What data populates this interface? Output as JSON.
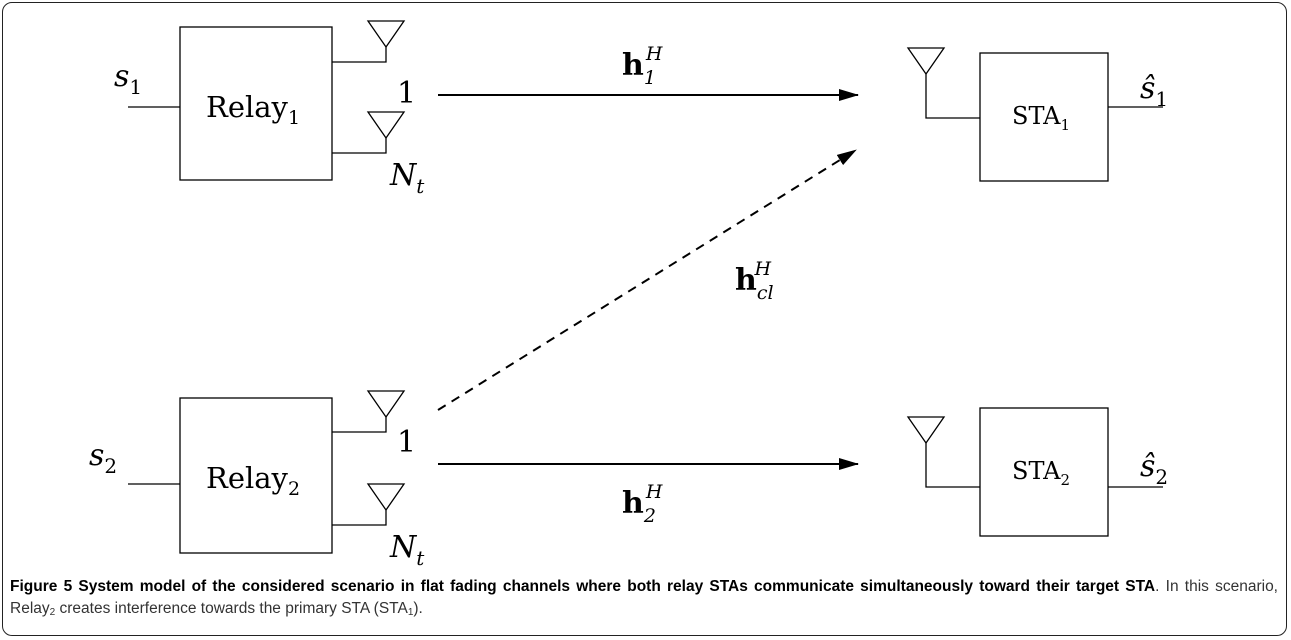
{
  "diagram": {
    "top": {
      "input": "s",
      "input_sub": "1",
      "relay": "Relay",
      "relay_sub": "1",
      "antenna_top": "1",
      "antenna_bottom": "N",
      "antenna_bottom_sub": "t",
      "channel": "h",
      "channel_sub": "1",
      "channel_sup": "H",
      "sta": "STA",
      "sta_sub": "1",
      "output": "ŝ",
      "output_sub": "1"
    },
    "cross": {
      "channel": "h",
      "channel_sub": "cl",
      "channel_sup": "H"
    },
    "bottom": {
      "input": "s",
      "input_sub": "2",
      "relay": "Relay",
      "relay_sub": "2",
      "antenna_top": "1",
      "antenna_bottom": "N",
      "antenna_bottom_sub": "t",
      "channel": "h",
      "channel_sub": "2",
      "channel_sup": "H",
      "sta": "STA",
      "sta_sub": "2",
      "output": "ŝ",
      "output_sub": "2"
    }
  },
  "caption": {
    "label": "Figure 5",
    "title": "System model of the considered scenario in flat fading channels where both relay STAs communicate simultaneously toward their target STA",
    "text_before": ". In this scenario, Relay",
    "text_sub1": "2",
    "text_middle": " creates interference towards the primary STA (STA",
    "text_sub2": "1",
    "text_after": ")."
  }
}
